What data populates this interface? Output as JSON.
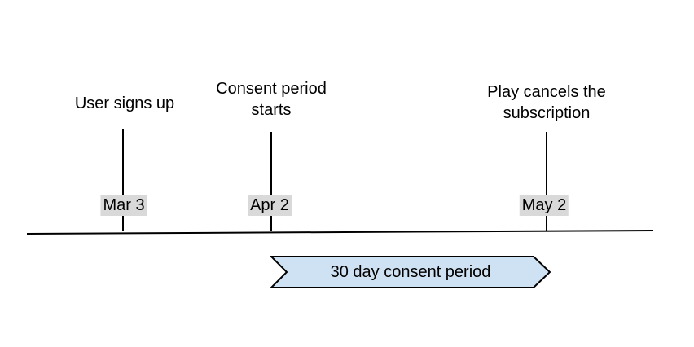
{
  "events": [
    {
      "label": "User signs up",
      "date": "Mar 3"
    },
    {
      "label": "Consent period starts",
      "date": "Apr 2"
    },
    {
      "label": "Play cancels the subscription",
      "date": "May 2"
    }
  ],
  "banner": {
    "label": "30 day consent period"
  },
  "colors": {
    "banner_fill": "#cfe2f3",
    "banner_stroke": "#000000",
    "date_chip_bg": "#d9d9d9",
    "line_color": "#000000",
    "text_color": "#000000"
  }
}
